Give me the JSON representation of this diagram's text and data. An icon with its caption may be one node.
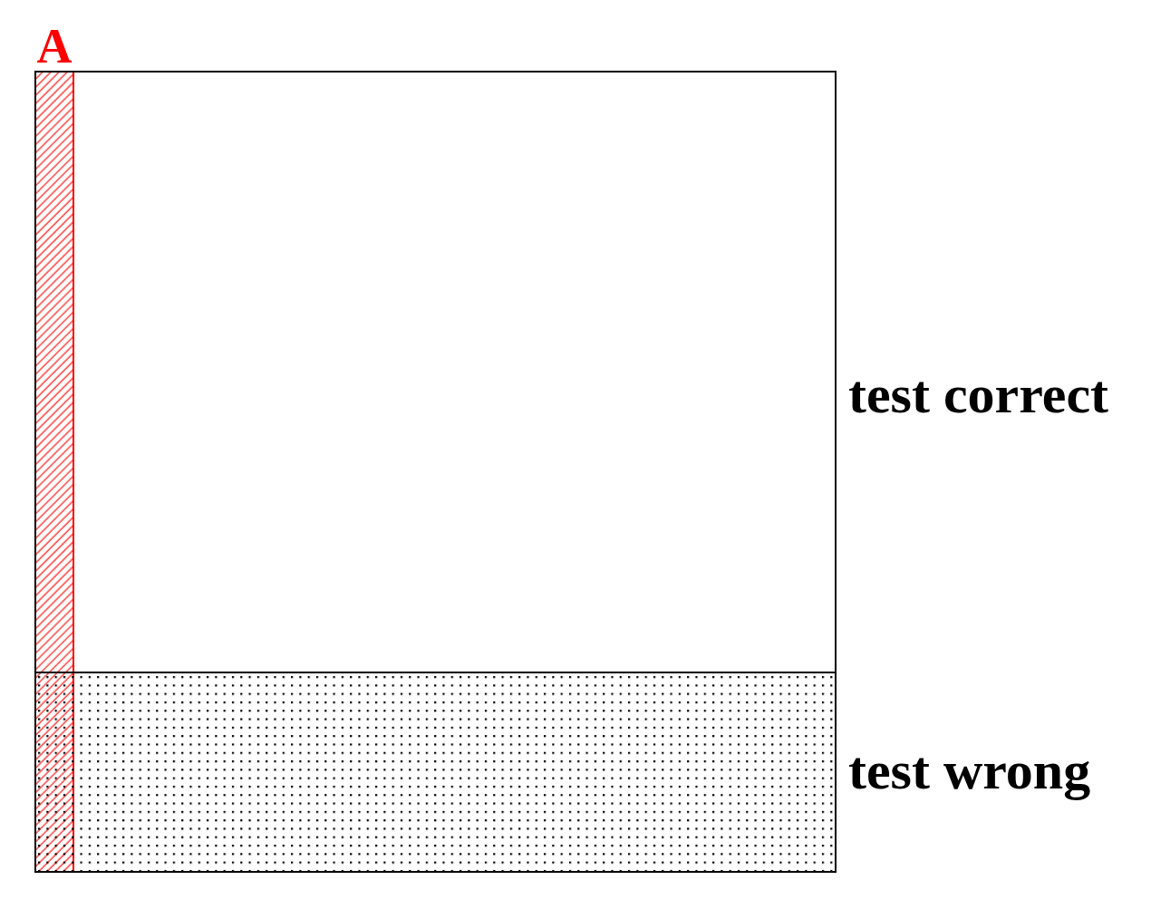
{
  "diagram": {
    "nodes": [
      {
        "text": [
          "A"
        ]
      },
      {
        "text": [
          "test correct"
        ]
      },
      {
        "text": [
          "test wrong"
        ]
      }
    ]
  }
}
